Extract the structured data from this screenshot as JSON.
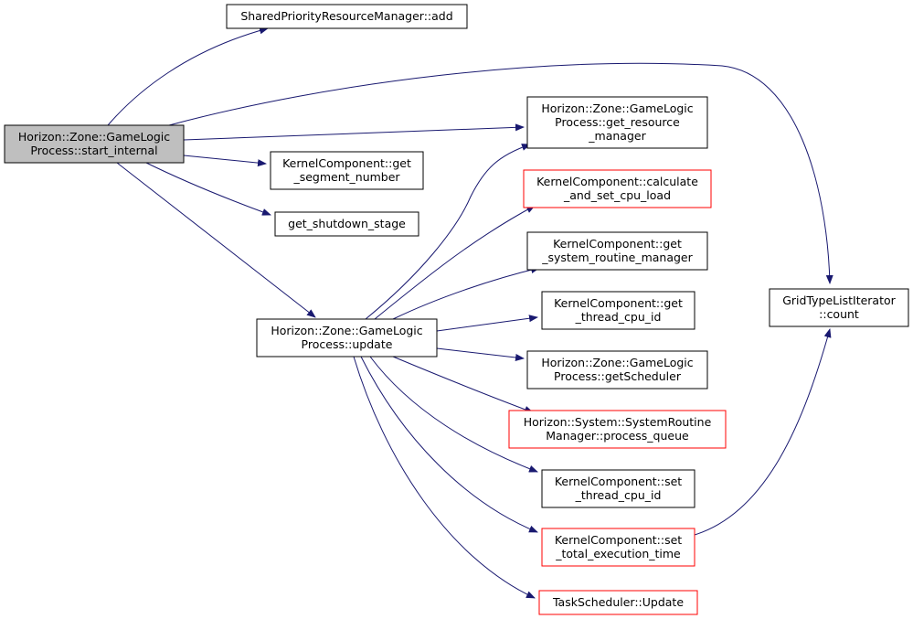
{
  "colors": {
    "edge": "#191970",
    "node_border": "#000000",
    "node_border_incomplete": "#ff0000",
    "node_fill": "#ffffff",
    "root_fill": "#bfbfbf"
  },
  "nodes": [
    {
      "id": "start_internal",
      "lines": [
        "Horizon::Zone::GameLogic",
        "Process::start_internal"
      ],
      "style": "root"
    },
    {
      "id": "spr_add",
      "lines": [
        "SharedPriorityResourceManager::add"
      ],
      "style": "normal"
    },
    {
      "id": "get_resource_manager",
      "lines": [
        "Horizon::Zone::GameLogic",
        "Process::get_resource",
        "_manager"
      ],
      "style": "normal"
    },
    {
      "id": "get_segment_number",
      "lines": [
        "KernelComponent::get",
        "_segment_number"
      ],
      "style": "normal"
    },
    {
      "id": "get_shutdown_stage",
      "lines": [
        "get_shutdown_stage"
      ],
      "style": "normal"
    },
    {
      "id": "update",
      "lines": [
        "Horizon::Zone::GameLogic",
        "Process::update"
      ],
      "style": "normal"
    },
    {
      "id": "calc_cpu_load",
      "lines": [
        "KernelComponent::calculate",
        "_and_set_cpu_load"
      ],
      "style": "incomplete"
    },
    {
      "id": "get_srm",
      "lines": [
        "KernelComponent::get",
        "_system_routine_manager"
      ],
      "style": "normal"
    },
    {
      "id": "get_thread_cpu_id",
      "lines": [
        "KernelComponent::get",
        "_thread_cpu_id"
      ],
      "style": "normal"
    },
    {
      "id": "get_scheduler",
      "lines": [
        "Horizon::Zone::GameLogic",
        "Process::getScheduler"
      ],
      "style": "normal"
    },
    {
      "id": "process_queue",
      "lines": [
        "Horizon::System::SystemRoutine",
        "Manager::process_queue"
      ],
      "style": "incomplete"
    },
    {
      "id": "set_thread_cpu_id",
      "lines": [
        "KernelComponent::set",
        "_thread_cpu_id"
      ],
      "style": "normal"
    },
    {
      "id": "set_total_exec",
      "lines": [
        "KernelComponent::set",
        "_total_execution_time"
      ],
      "style": "incomplete"
    },
    {
      "id": "ts_update",
      "lines": [
        "TaskScheduler::Update"
      ],
      "style": "incomplete"
    },
    {
      "id": "count",
      "lines": [
        "GridTypeListIterator",
        "::count"
      ],
      "style": "normal"
    }
  ],
  "edges": [
    {
      "from": "start_internal",
      "to": "spr_add"
    },
    {
      "from": "start_internal",
      "to": "count"
    },
    {
      "from": "start_internal",
      "to": "get_resource_manager"
    },
    {
      "from": "start_internal",
      "to": "get_segment_number"
    },
    {
      "from": "start_internal",
      "to": "get_shutdown_stage"
    },
    {
      "from": "start_internal",
      "to": "update"
    },
    {
      "from": "update",
      "to": "get_resource_manager"
    },
    {
      "from": "update",
      "to": "calc_cpu_load"
    },
    {
      "from": "update",
      "to": "get_srm"
    },
    {
      "from": "update",
      "to": "get_thread_cpu_id"
    },
    {
      "from": "update",
      "to": "get_scheduler"
    },
    {
      "from": "update",
      "to": "process_queue"
    },
    {
      "from": "update",
      "to": "set_thread_cpu_id"
    },
    {
      "from": "update",
      "to": "set_total_exec"
    },
    {
      "from": "update",
      "to": "ts_update"
    },
    {
      "from": "set_total_exec",
      "to": "count"
    }
  ]
}
